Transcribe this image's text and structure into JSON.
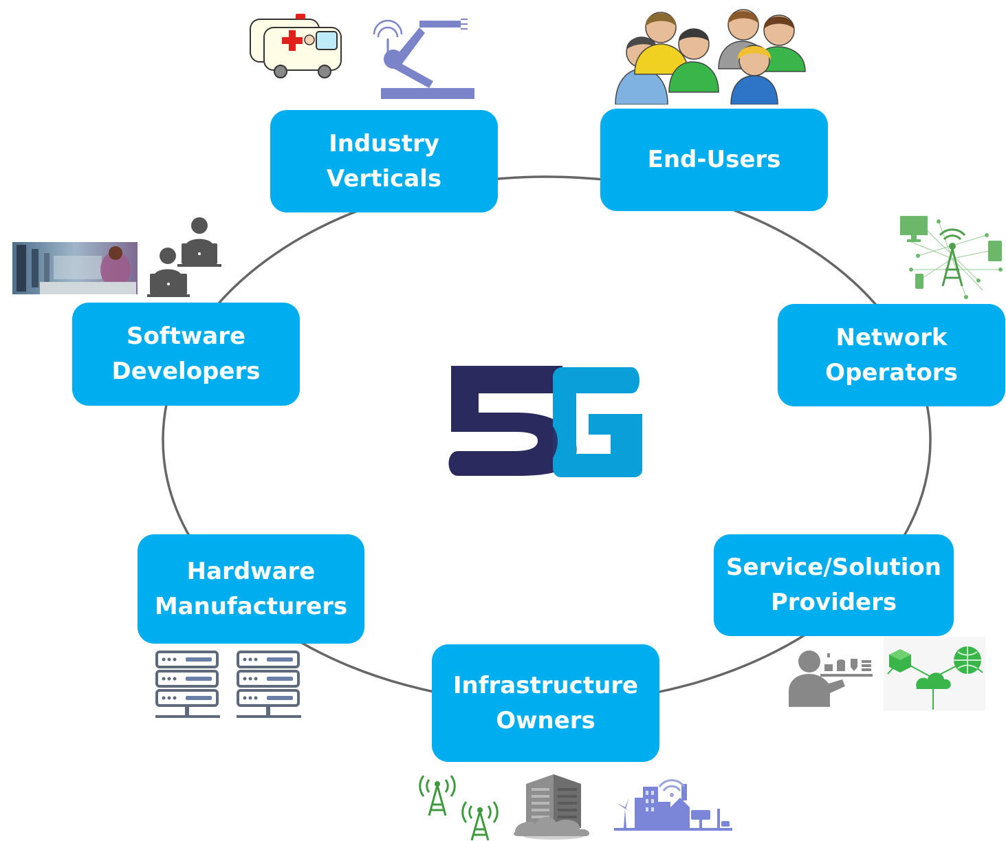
{
  "diagram": {
    "center_logo": "5G",
    "stakeholders": [
      {
        "id": "industry-verticals",
        "label": "Industry\nVerticals"
      },
      {
        "id": "end-users",
        "label": "End-Users"
      },
      {
        "id": "network-operators",
        "label": "Network\nOperators"
      },
      {
        "id": "service-solution-providers",
        "label": "Service/Solution\nProviders"
      },
      {
        "id": "infrastructure-owners",
        "label": "Infrastructure\nOwners"
      },
      {
        "id": "hardware-manufacturers",
        "label": "Hardware\nManufacturers"
      },
      {
        "id": "software-developers",
        "label": "Software\nDevelopers"
      }
    ],
    "colors": {
      "box": "#00AEEF",
      "box_text": "#FFFFFF",
      "ring": "#666666",
      "logo_five": "#2A2A5E",
      "logo_g": "#0A9FD8"
    },
    "icons": [
      "ambulance-icon",
      "robot-arm-icon",
      "people-group-icon",
      "network-tower-devices-icon",
      "computer-lab-photo",
      "developer-laptop-icon",
      "server-rack-icon",
      "cell-tower-icon",
      "data-center-building-icon",
      "smart-city-icon",
      "service-waiter-icon",
      "cloud-network-icon"
    ]
  }
}
